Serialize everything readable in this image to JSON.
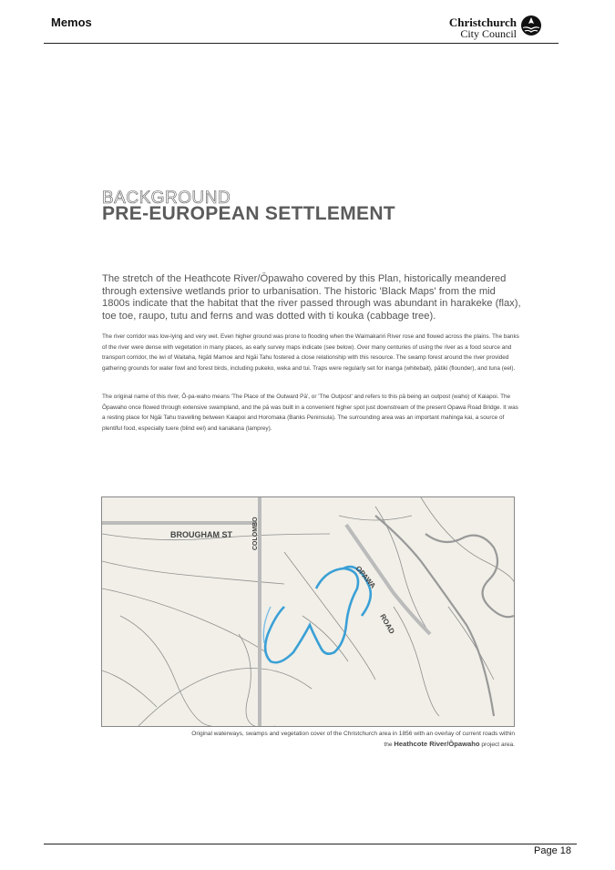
{
  "header": {
    "title": "Memos",
    "logo_line1": "Christchurch",
    "logo_line2": "City Council",
    "logo_icon": "christchurch-emblem-icon"
  },
  "section": {
    "kicker": "BACKGROUND",
    "heading": "PRE-EUROPEAN SETTLEMENT"
  },
  "content": {
    "lead": "The stretch of the Heathcote River/Ōpawaho covered by this Plan, historically meandered through extensive wetlands prior to urbanisation. The historic 'Black Maps' from the mid 1800s indicate that the habitat that the river passed through was abundant in harakeke (flax), toe toe, raupo, tutu and ferns and was dotted with ti kouka (cabbage tree).",
    "p1": "The river corridor was low-lying and very wet. Even higher ground was prone to flooding when the Waimakariri River rose and flowed across the plains. The banks of the river were dense with vegetation in many places, as early survey maps indicate (see below). Over many centuries of using the river as a food source and transport corridor, the iwi of Waitaha, Ngāti Mamoe and Ngāi Tahu fostered a close relationship with this resource. The swamp forest around the river provided gathering grounds for water fowl and forest birds, including pukeko, weka and tui. Traps were regularly set for inanga (whitebait), pātiki (flounder), and tuna (eel).",
    "p2": "The original name of this river, Ō-pa-waho means 'The Place of the Outward Pā', or 'The Outpost' and refers to this pā being an outpost (waho) of Kaiapoi. The Ōpawaho once flowed through extensive swampland, and the pā was built in a convenient higher spot just downstream of the present Opawa Road Bridge. It was a resting place for Ngāi Tahu travelling between Kaiapoi and Horomaka (Banks Peninsula). The surrounding area was an important mahinga kai, a source of plentiful food, especially tuere (blind eel) and kanakana (lamprey)."
  },
  "map": {
    "label_brougham": "BROUGHAM ST",
    "label_colombo": "COLOMBO",
    "label_opawa": "OPAWA",
    "label_road": "ROAD",
    "river_color": "#3aa0d6"
  },
  "caption": {
    "text": "Original waterways, swamps and vegetation cover of the Christchurch area in 1856 with an overlay of current roads within the",
    "strong": "Heathcote River/Ōpawaho",
    "suffix": "project area."
  },
  "footer": {
    "page": "Page 18"
  }
}
